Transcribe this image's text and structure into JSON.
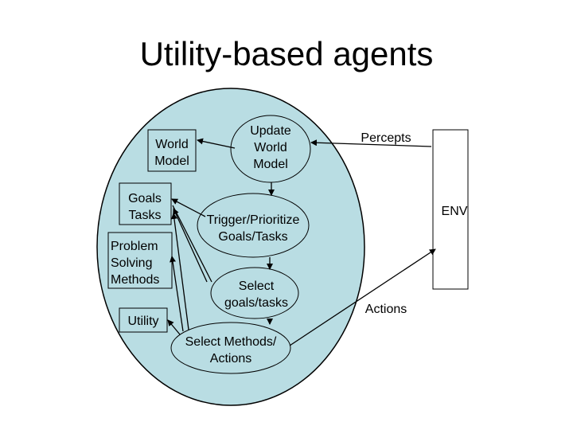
{
  "title": "Utility-based agents",
  "nodes": {
    "world_model": [
      "World",
      "Model"
    ],
    "update_world_model": [
      "Update",
      "World",
      "Model"
    ],
    "goals_tasks": [
      "Goals",
      "Tasks"
    ],
    "trigger_prioritize": [
      "Trigger/Prioritize",
      "Goals/Tasks"
    ],
    "problem_solving": [
      "Problem",
      "Solving",
      "Methods"
    ],
    "select_goals": [
      "Select",
      "goals/tasks"
    ],
    "utility": [
      "Utility"
    ],
    "select_methods": [
      "Select Methods/",
      "Actions"
    ],
    "percepts": [
      "Percepts"
    ],
    "env": [
      "ENV"
    ],
    "actions": [
      "Actions"
    ]
  },
  "colors": {
    "agent_fill": "#b9dde3",
    "stroke": "#000000"
  }
}
